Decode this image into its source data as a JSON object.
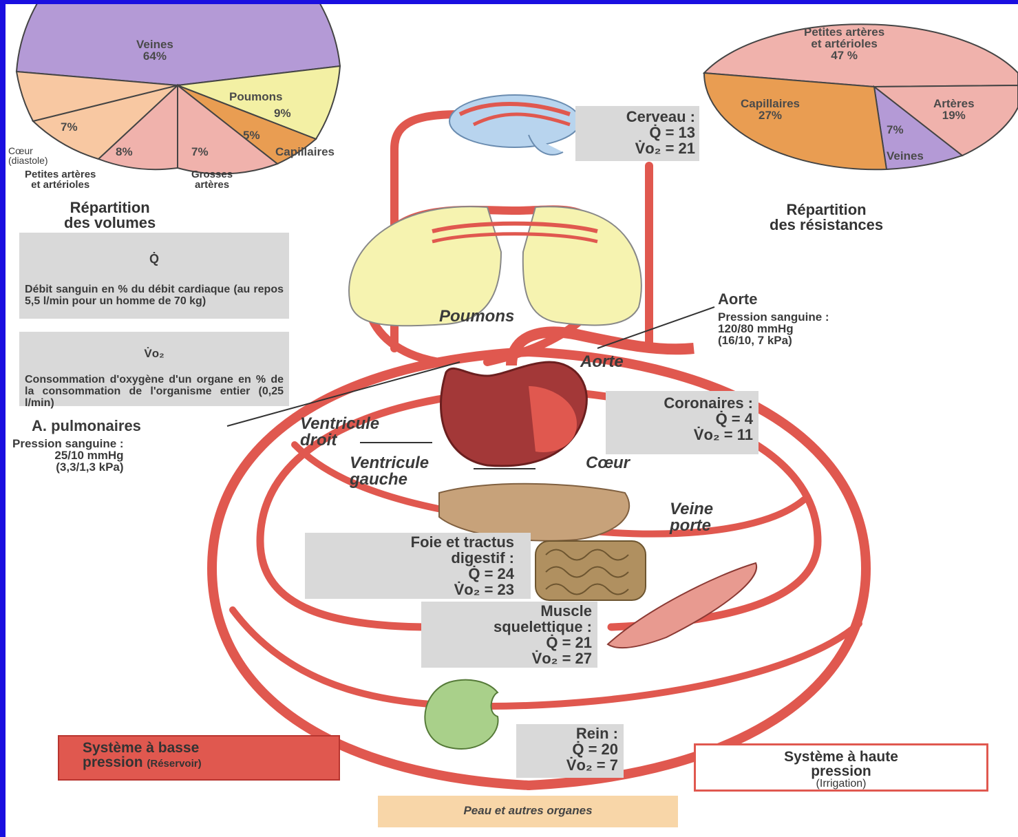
{
  "volume_chart": {
    "title": "Répartition\ndes volumes",
    "slices": [
      {
        "label": "Veines",
        "value": "64%",
        "percent": 64,
        "color": "#b49ad6"
      },
      {
        "label": "Poumons",
        "value": "9%",
        "percent": 9,
        "color": "#f3f0a4"
      },
      {
        "label": "Capillaires",
        "value": "5%",
        "percent": 5,
        "color": "#e99d52"
      },
      {
        "label": "Grosses\nartères",
        "value": "7%",
        "percent": 7,
        "color": "#f0b2ac"
      },
      {
        "label": "Petites artères\net artérioles",
        "value": "8%",
        "percent": 8,
        "color": "#f0b2ac"
      },
      {
        "label": "Cœur\n(diastole)",
        "value": "7%",
        "percent": 7,
        "color": "#f8c8a2"
      }
    ]
  },
  "resistance_chart": {
    "title": "Répartition\ndes résistances",
    "slices": [
      {
        "label": "Petites artères\net artérioles",
        "value": "47 %",
        "percent": 47,
        "color": "#f0b2ac"
      },
      {
        "label": "Artères",
        "value": "19%",
        "percent": 19,
        "color": "#f0b2ac"
      },
      {
        "label": "Veines",
        "value": "7%",
        "percent": 7,
        "color": "#b49ad6"
      },
      {
        "label": "Capillaires",
        "value": "27%",
        "percent": 27,
        "color": "#e99d52"
      }
    ]
  },
  "legend": {
    "q_symbol": "Q̇",
    "q_text": "Débit sanguin en % du débit cardiaque (au repos 5,5 l/min pour un homme de 70 kg)",
    "v_symbol": "V̇o₂",
    "v_text": "Consommation d'oxygène d'un organe en % de la consommation de l'organisme entier (0,25 l/min)"
  },
  "arteries": {
    "pulmonary_title": "A. pulmonaires",
    "pulmonary_pressure": "Pression sanguine :\n25/10 mmHg\n(3,3/1,3 kPa)",
    "aorta_title": "Aorte",
    "aorta_pressure": "Pression sanguine :\n120/80 mmHg\n(16/10, 7 kPa)"
  },
  "organs": {
    "brain": "Cerveau :\nQ̇ = 13\nV̇o₂ = 21",
    "coronary": "Coronaires :\nQ̇ = 4\nV̇o₂ = 11",
    "liver": "Foie et tractus\ndigestif :\nQ̇ = 24\nV̇o₂ = 23",
    "muscle": "Muscle\nsquelettique :\nQ̇ = 21\nV̇o₂ = 27",
    "kidney": "Rein :\nQ̇ = 20\nV̇o₂ = 7"
  },
  "anatomy_labels": {
    "lungs": "Poumons",
    "aorta": "Aorte",
    "right_ventricle": "Ventricule\ndroit",
    "left_ventricle": "Ventricule\ngauche",
    "heart": "Cœur",
    "portal_vein": "Veine\nporte"
  },
  "systems": {
    "low_title": "Système à basse\npression",
    "low_sub": "(Réservoir)",
    "high_title": "Système à haute\npression",
    "high_sub": "(Irrigation)",
    "other": "Peau et autres organes"
  },
  "colors": {
    "vessel": "#e0584f",
    "vessel_dark": "#b8352f",
    "lung": "#f6f3b0",
    "heart": "#9c3b3b",
    "liver": "#c7a27a",
    "intestine": "#b09060",
    "kidney": "#a9d08a",
    "brain": "#b8d4ee",
    "gray_box": "#d9d9d9",
    "border_blue": "#1a0fe0"
  }
}
